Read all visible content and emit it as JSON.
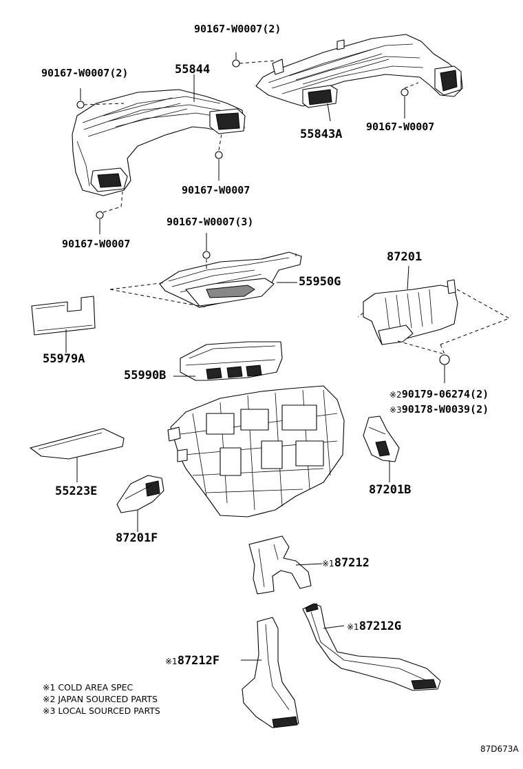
{
  "labels": {
    "p_90167_top_a": "90167-W0007(2)",
    "p_90167_left_a": "90167-W0007(2)",
    "p_55844": "55844",
    "p_55843a": "55843A",
    "p_90167_right_b": "90167-W0007",
    "p_90167_mid": "90167-W0007",
    "p_90167_left_b": "90167-W0007",
    "p_90167_3": "90167-W0007(3)",
    "p_55950g": "55950G",
    "p_87201": "87201",
    "p_55979a": "55979A",
    "p_55990b": "55990B",
    "p_90179": "90179-06274(2)",
    "p_90178": "90178-W0039(2)",
    "p_55223e": "55223E",
    "p_87201b": "87201B",
    "p_87201f": "87201F",
    "p_87212": "87212",
    "p_87212g": "87212G",
    "p_87212f": "87212F"
  },
  "marks": {
    "m1": "※1",
    "m2": "※2",
    "m3": "※3"
  },
  "notes": [
    "※1 COLD AREA SPEC",
    "※2 JAPAN SOURCED PARTS",
    "※3 LOCAL SOURCED PARTS"
  ],
  "diagram_code": "87D673A"
}
